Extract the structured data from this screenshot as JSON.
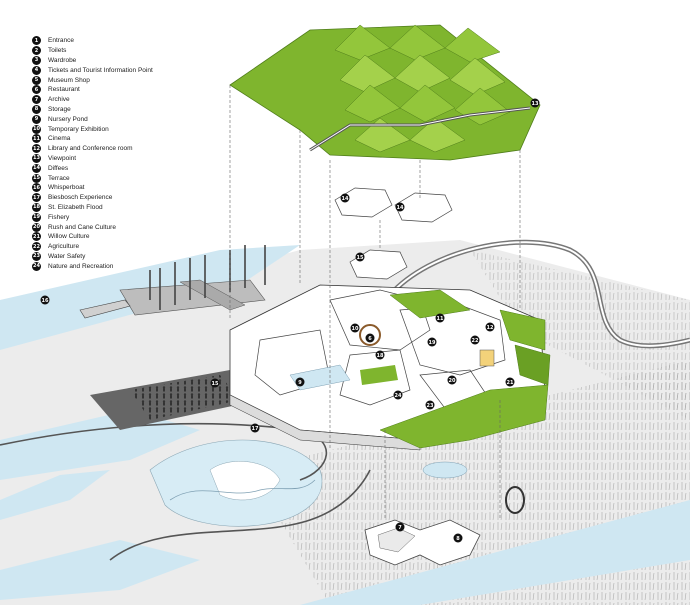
{
  "legend": {
    "items": [
      {
        "num": "1",
        "label": "Entrance"
      },
      {
        "num": "2",
        "label": "Toilets"
      },
      {
        "num": "3",
        "label": "Wardrobe"
      },
      {
        "num": "4",
        "label": "Tickets and Tourist Information Point"
      },
      {
        "num": "5",
        "label": "Museum Shop"
      },
      {
        "num": "6",
        "label": "Restaurant"
      },
      {
        "num": "7",
        "label": "Archive"
      },
      {
        "num": "8",
        "label": "Storage"
      },
      {
        "num": "9",
        "label": "Nursery Pond"
      },
      {
        "num": "10",
        "label": "Temporary Exhibition"
      },
      {
        "num": "11",
        "label": "Cinema"
      },
      {
        "num": "12",
        "label": "Library and Conference room"
      },
      {
        "num": "13",
        "label": "Viewpoint"
      },
      {
        "num": "14",
        "label": "Diffees"
      },
      {
        "num": "15",
        "label": "Terrace"
      },
      {
        "num": "16",
        "label": "Whisperboat"
      },
      {
        "num": "17",
        "label": "Biesbosch Experience"
      },
      {
        "num": "18",
        "label": "St. Elizabeth Flood"
      },
      {
        "num": "19",
        "label": "Fishery"
      },
      {
        "num": "20",
        "label": "Rush and Cane Culture"
      },
      {
        "num": "21",
        "label": "Willow Culture"
      },
      {
        "num": "22",
        "label": "Agriculture"
      },
      {
        "num": "23",
        "label": "Water Safety"
      },
      {
        "num": "24",
        "label": "Nature and Recreation"
      }
    ]
  },
  "markers": [
    {
      "num": "13"
    },
    {
      "num": "14"
    },
    {
      "num": "14"
    },
    {
      "num": "15"
    },
    {
      "num": "6"
    },
    {
      "num": "9"
    },
    {
      "num": "15"
    },
    {
      "num": "16"
    },
    {
      "num": "7"
    },
    {
      "num": "8"
    },
    {
      "num": "17"
    },
    {
      "num": "18"
    },
    {
      "num": "19"
    },
    {
      "num": "20"
    },
    {
      "num": "21"
    },
    {
      "num": "22"
    },
    {
      "num": "23"
    },
    {
      "num": "24"
    },
    {
      "num": "10"
    },
    {
      "num": "11"
    },
    {
      "num": "12"
    }
  ],
  "colors": {
    "roof_green": "#7fb52e",
    "roof_dark": "#4f7d1a",
    "water": "#cfe7f2",
    "land": "#ececec",
    "building": "#ffffff",
    "outline": "#333333"
  }
}
